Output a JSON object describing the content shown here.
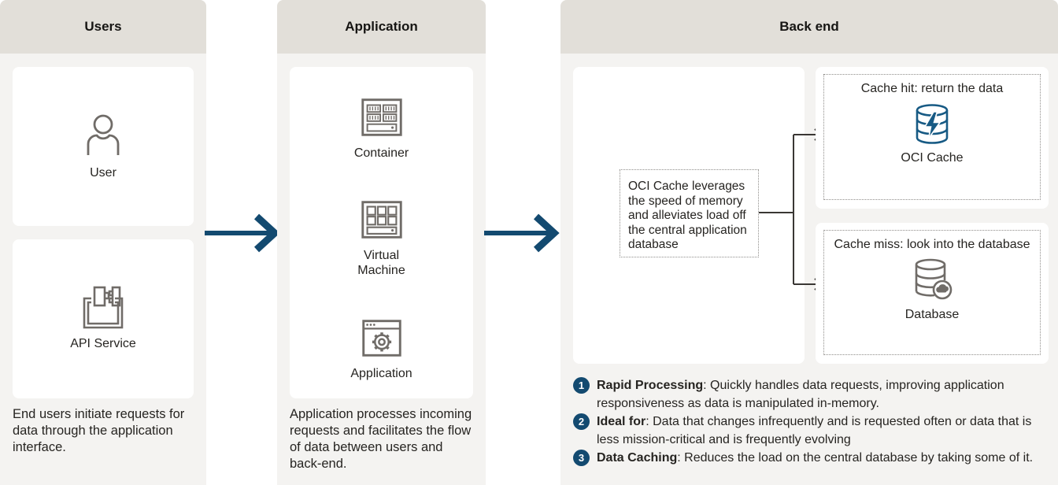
{
  "diagram": {
    "users": {
      "title": "Users",
      "user_card": {
        "label": "User"
      },
      "api_card": {
        "label": "API Service"
      },
      "description": "End users initiate requests for\ndata through the application\ninterface."
    },
    "application": {
      "title": "Application",
      "container_label": "Container",
      "vm_label": "Virtual\nMachine",
      "app_label": "Application",
      "description": "Application processes incoming\nrequests and facilitates the flow\nof data between users and\nback-end."
    },
    "backend": {
      "title": "Back end",
      "note": "OCI Cache leverages\nthe speed of memory\nand alleviates load off\nthe central application\ndatabase",
      "cache_hit": {
        "title": "Cache hit: return the data",
        "label": "OCI Cache"
      },
      "cache_miss": {
        "title": "Cache miss: look into the database",
        "label": "Database"
      },
      "list": [
        {
          "num": "1",
          "term": "Rapid Processing",
          "desc": ": Quickly handles data requests, improving application\nresponsiveness as data is manipulated in-memory."
        },
        {
          "num": "2",
          "term": "Ideal for",
          "desc": ": Data that changes infrequently and is requested often or data that is\nless mission-critical and is frequently evolving"
        },
        {
          "num": "3",
          "term": "Data Caching",
          "desc": ": Reduces the load on the central database by taking some of it."
        }
      ]
    },
    "colors": {
      "header_bg": "#e2dfd9",
      "column_bg": "#f4f3f1",
      "arrow_blue": "#134a70",
      "icon_blue": "#175a84",
      "icon_gray": "#706c68",
      "connector": "#3a3734",
      "text": "#262421"
    }
  }
}
